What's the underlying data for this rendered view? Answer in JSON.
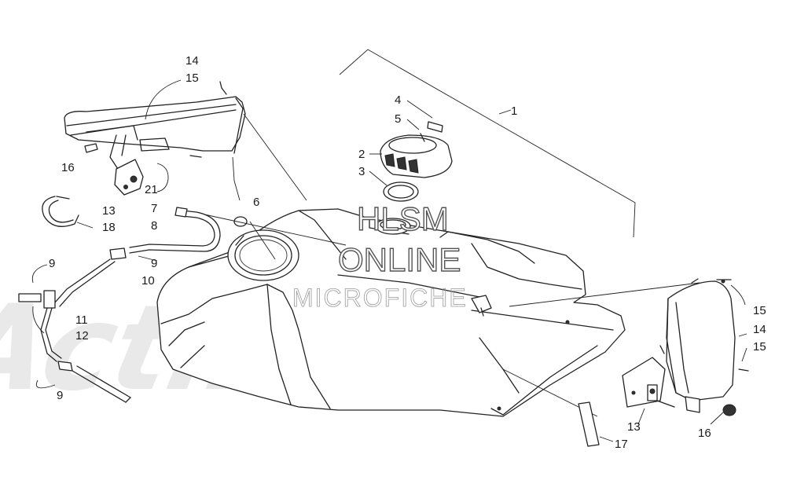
{
  "watermark": {
    "line1": "HLSM",
    "line2": "ONLINE",
    "line3": "MICROFICHE"
  },
  "background_logo": "ActiMoto",
  "callouts": [
    "14",
    "15",
    "16",
    "21",
    "13",
    "18",
    "6",
    "7",
    "8",
    "9",
    "10",
    "11",
    "12",
    "9",
    "9",
    "4",
    "5",
    "2",
    "3",
    "1",
    "15",
    "14",
    "15",
    "13",
    "16",
    "17"
  ]
}
